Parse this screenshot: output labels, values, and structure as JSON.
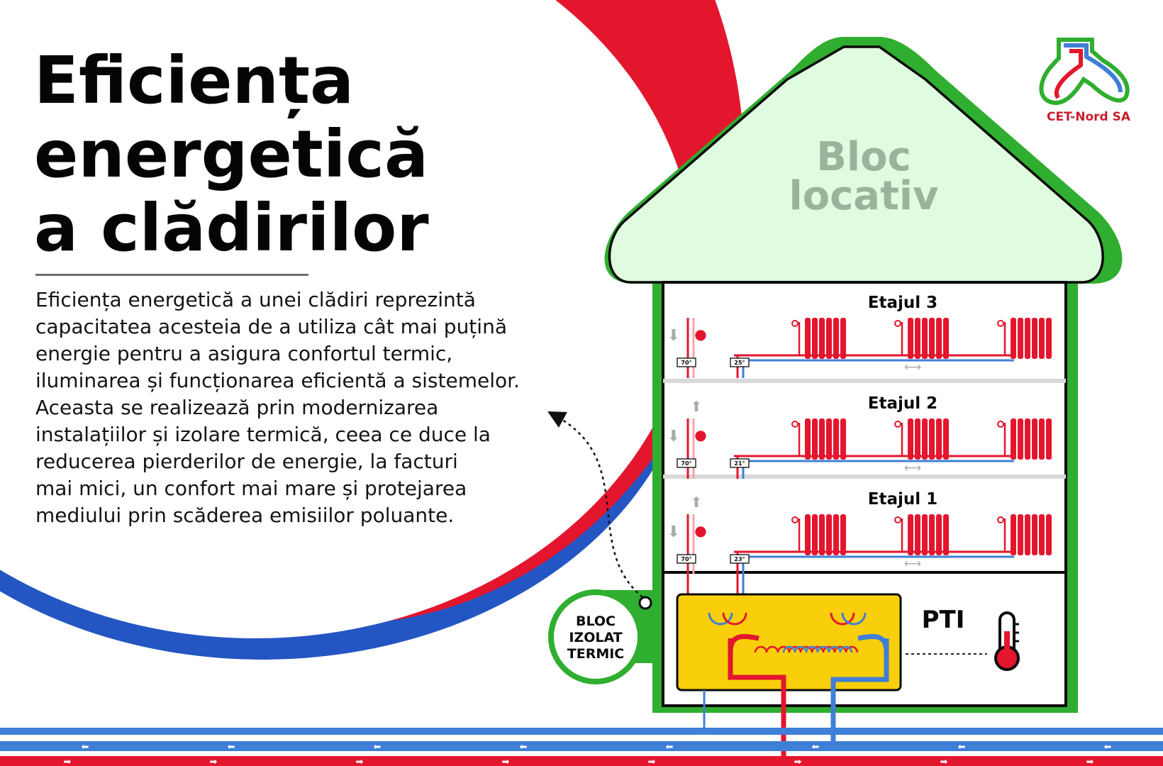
{
  "title": {
    "line1": "Eficiența",
    "line2": "energetică",
    "line3": "a clădirilor"
  },
  "description": {
    "lines": [
      "Eficiența energetică a unei clădiri reprezintă",
      "capacitatea acesteia de a utiliza cât mai puțină",
      "energie pentru a asigura confortul termic,",
      "iluminarea și funcționarea eficientă a sistemelor.",
      "Aceasta se realizează prin modernizarea",
      "instalațiilor și izolare termică, ceea ce duce la",
      "reducerea pierderilor de energie, la facturi",
      "mai mici, un confort mai mare și protejarea",
      "mediului prin scăderea emisiilor poluante."
    ]
  },
  "building": {
    "roof_label_line1": "Bloc",
    "roof_label_line2": "locativ",
    "floors": [
      {
        "label": "Etajul 3",
        "tag_left": "70°",
        "tag_right": "25°"
      },
      {
        "label": "Etajul 2",
        "tag_left": "70°",
        "tag_right": "21°"
      },
      {
        "label": "Etajul 1",
        "tag_left": "70°",
        "tag_right": "23°"
      }
    ],
    "pti_label": "PTI"
  },
  "badge": {
    "line1": "BLOC",
    "line2": "IZOLAT",
    "line3": "TERMIC"
  },
  "logo": {
    "name": "CET-Nord SA"
  },
  "colors": {
    "hot": "#e3162e",
    "cold": "#3f7fd6",
    "green": "#2fae2f",
    "roof_fill": "#dffbe0",
    "pti_fill": "#f8cf0a",
    "arc_blue": "#2456c3"
  }
}
